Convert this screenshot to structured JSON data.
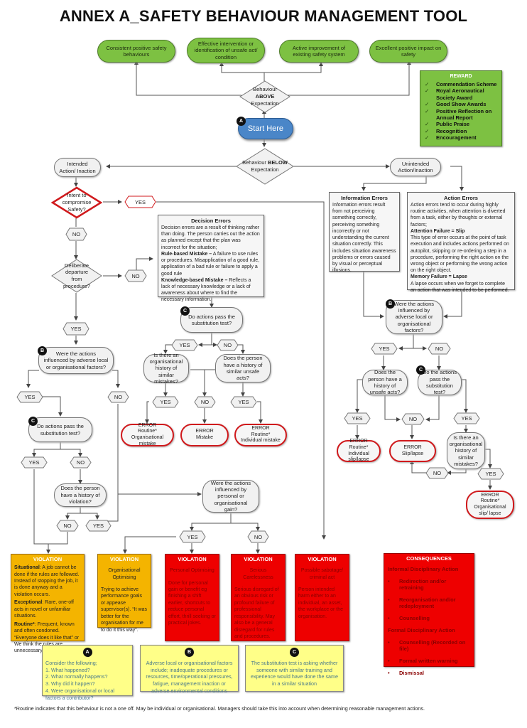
{
  "title": "ANNEX A_SAFETY BEHAVIOUR MANAGEMENT TOOL",
  "colors": {
    "reward_green": "#7dc142",
    "start_blue": "#4a86c8",
    "violation_orange": "#f4b400",
    "violation_red": "#ee0000",
    "error_border_red": "#d0191c",
    "note_yellow": "#ffff88"
  },
  "positive_outcomes": [
    "Consistent positive safety behaviours",
    "Effective intervention or identification of unsafe act/ condition",
    "Active improvement of existing safety system",
    "Excellent positive impact on safety"
  ],
  "above": {
    "line1": "Behaviour",
    "line2": "ABOVE",
    "line3": "Expectation"
  },
  "start": {
    "badge": "A",
    "label": "Start Here"
  },
  "below": {
    "line1": "Behaviour ",
    "bold": "BELOW",
    "line2": "Expectation"
  },
  "reward": {
    "heading": "REWARD",
    "items": [
      "Commendation Scheme",
      "Royal Aeronautical Society Award",
      "Good Show Awards",
      "Positive Reflection on Annual Report",
      "Public Praise",
      "Recognition",
      "Encouragement"
    ]
  },
  "intended": {
    "label": "Intended Action/ Inaction",
    "intent_question": "Intent to compromise Safety?",
    "intent_yes": "YES",
    "intent_no": "NO",
    "deliberate_question": "Deliberate departure from procedure?",
    "deliberate_no": "NO",
    "deliberate_yes": "YES",
    "b_badge": "B",
    "b_question": "Were the actions influenced by adverse local or organisational factors?",
    "b_yes": "YES",
    "b_no": "NO",
    "c_badge": "C",
    "c_question": "Do actions pass the substitution test?",
    "c_yes": "YES",
    "c_no": "NO",
    "history_question": "Does the person have a history of violation?",
    "history_no": "NO",
    "history_yes": "YES",
    "gain_question": "Were the actions influenced by personal or organisational gain?",
    "gain_yes": "YES",
    "gain_no": "NO"
  },
  "decision_errors": {
    "heading": "Decision Errors",
    "intro": "Decision errors are a result of thinking rather than doing.  The person carries out the action as planned except that the plan was incorrect for the situation;",
    "rule_label": "Rule-based Mistake –",
    "rule_text": " A failure to use rules or procedures. Misapplication of a good rule, application of a bad rule or failure to apply a good rule",
    "knowledge_label": "Knowledge-based Mistake –",
    "knowledge_text": " Reflects a lack of necessary knowledge or a lack of awareness about where to find the necessary information."
  },
  "decision_flow": {
    "c_badge": "C",
    "c_question": "Do actions pass the substitution test?",
    "yes": "YES",
    "no": "NO",
    "org_question": "Is there an organisational history of similar mistakes?",
    "person_question": "Does the person have a history of similar unsafe acts?",
    "org_yes": "YES",
    "mid_no": "NO",
    "person_yes": "YES",
    "error1": {
      "title": "ERROR",
      "text": "Routine* Organisational mistake"
    },
    "error2": {
      "title": "ERROR",
      "text": "Mistake"
    },
    "error3": {
      "title": "ERROR",
      "text": "Routine* Individual mistake"
    }
  },
  "unintended": {
    "label": "Unintended Action/Inaction"
  },
  "information_errors": {
    "heading": "Information Errors",
    "text": "Information errors result from not perceiving something correctly, perceiving something incorrectly or not understanding the current situation correctly. This includes situation awareness problems or errors caused by visual or perceptual illusions."
  },
  "action_errors": {
    "heading": "Action Errors",
    "intro": "Action errors tend to occur during highly routine activities, when attention is diverted from a task, either by thoughts or external factors;",
    "slip_label": "Attention Failure = Slip",
    "slip_text": "This type of error occurs at the point of task execution and includes actions performed on autopilot, skipping or re-ordering a step in a procedure, performing the right action on the wrong object or performing the wrong action on the right object.",
    "lapse_label": "Memory Failure = Lapse",
    "lapse_text": "A lapse occurs when we forget to complete an action that was intended to be performed."
  },
  "unintended_flow": {
    "b_badge": "B",
    "b_question": "Were the actions influenced by adverse local or organisational factors?",
    "b_yes": "YES",
    "b_no": "NO",
    "person_question": "Does the person have a history of unsafe acts?",
    "c_badge": "C",
    "c_question": "Do the actions pass the substitution test?",
    "person_yes": "YES",
    "mid_no": "NO",
    "c_yes": "YES",
    "org_question": "Is there an organisational history of similar mistakes?",
    "org_no": "NO",
    "org_yes": "YES",
    "error1": {
      "title": "ERROR",
      "text": "Routine* Individual slip/lapse"
    },
    "error2": {
      "title": "ERROR",
      "text": "Slip/lapse"
    },
    "error3": {
      "title": "ERROR",
      "text": "Routine* Organisational slip/ lapse"
    }
  },
  "violations": [
    {
      "heading": "VIOLATION",
      "items": [
        {
          "label": "Situational",
          "text": ": A job cannot be done if the rules are followed. Instead of stopping the job, it is done anyway and a violation occurs."
        },
        {
          "label": "Exceptional",
          "text": ": Rare, one-off acts in novel or unfamiliar situations."
        },
        {
          "label": "Routine*",
          "text": ": Frequent, known and often condoned. “Everyone does it like that” or We think the rules are unnecessary or rigid”."
        }
      ]
    },
    {
      "heading": "VIOLATION",
      "subtitle": "Organisational Optimising",
      "text": "Trying to achieve performance goals or appease supervisor(s). “It was better for the organisation for me to do it this way”."
    },
    {
      "heading": "VIOLATION",
      "subtitle": "Personal Optimising",
      "text": "Done for personal gain or benefit eg finishing a shift earlier, shortcuts to reduce personal effort, thrill seeking or practical jokes."
    },
    {
      "heading": "VIOLATION",
      "subtitle": "Serious Carelessness",
      "text": "Serious disregard of an obvious risk or profound failure of professional responsibility. May also be a general disregard for rules and procedures."
    },
    {
      "heading": "VIOLATION",
      "subtitle": "Possible sabotage/ criminal act",
      "text": "Person intended harm either to an individual, an asset, the workplace or the organisation."
    }
  ],
  "consequences": {
    "heading": "CONSEQUENCES",
    "informal_label": "Informal Disciplinary Action",
    "informal_items": [
      "Redirection and/or retraining",
      "Reorganisation and/or redeployment",
      "Counselling"
    ],
    "formal_label": "Formal Disciplinary Action",
    "formal_items": [
      "Counselling (Recorded on file)",
      "Formal written warning",
      "Dismissal"
    ]
  },
  "notes": [
    {
      "badge": "A",
      "lines": [
        "Consider the following;",
        "1. What happened?",
        "2. What normally happens?",
        "3. Why did it happen?",
        "4. Were organisational or local factors a contributor?"
      ]
    },
    {
      "badge": "B",
      "text": "Adverse local or organisational factors include; inadequate procedures or resources, time/operational pressures, fatigue, management inaction or adverse environmental conditions"
    },
    {
      "badge": "C",
      "text": "The substitution test is asking whether someone with similar training and experience would have done the same in a similar situation"
    }
  ],
  "footnote": "*Routine indicates that this behaviour is not a one off.  May be individual or organisational.  Managers should take this into account when determining reasonable management actions."
}
